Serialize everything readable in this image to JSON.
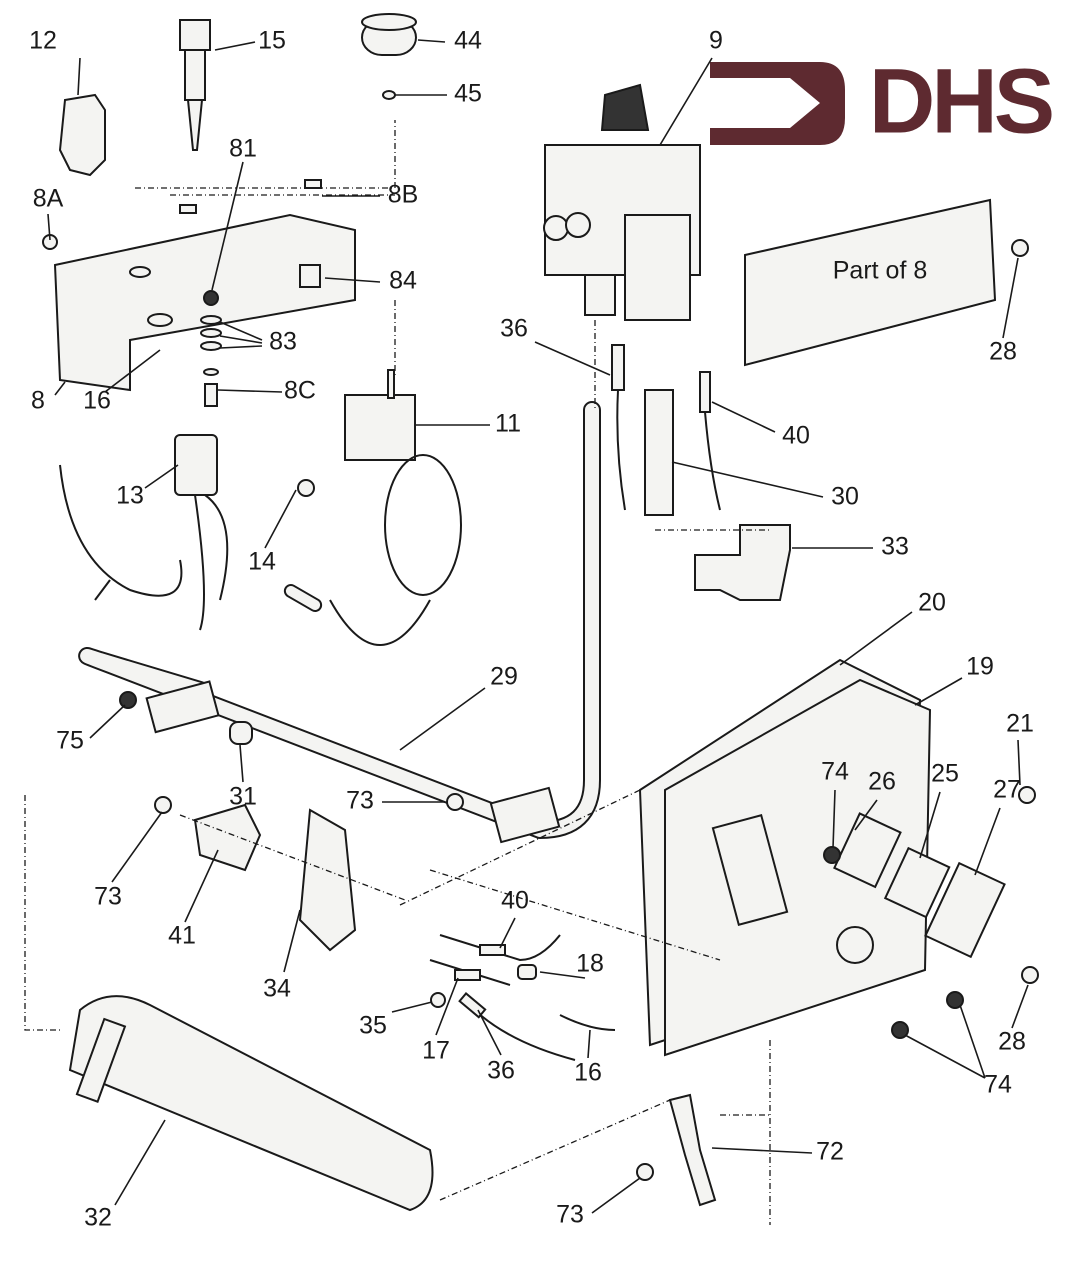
{
  "logo": {
    "text": "DHS",
    "color": "#5e2a30"
  },
  "panel_note": "Part of 8",
  "labels": [
    "12",
    "15",
    "44",
    "45",
    "9",
    "81",
    "8B",
    "8A",
    "84",
    "83",
    "8",
    "16",
    "8C",
    "11",
    "36",
    "40",
    "30",
    "33",
    "13",
    "14",
    "20",
    "19",
    "29",
    "21",
    "75",
    "31",
    "74",
    "26",
    "25",
    "27",
    "73",
    "73",
    "41",
    "40",
    "18",
    "34",
    "35",
    "17",
    "36",
    "16",
    "28",
    "28",
    "74",
    "72",
    "32",
    "73"
  ]
}
